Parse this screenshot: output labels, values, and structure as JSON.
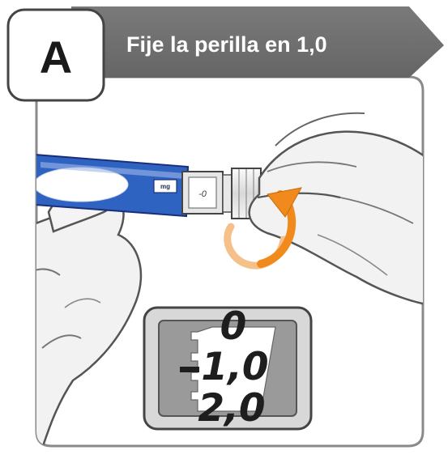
{
  "step": {
    "letter": "A",
    "title": "Fije la perilla en 1,0"
  },
  "pen": {
    "unit_label": "mg",
    "window_value": "-0"
  },
  "dose_window": {
    "values": [
      "0",
      "1,0",
      "2,0"
    ]
  },
  "colors": {
    "banner": "#6f6f6f",
    "panel_border": "#8a8a8a",
    "pen_blue": "#1f4fa3",
    "pen_dark_blue": "#1a2f7a",
    "arrow_orange": "#f08a1c",
    "arrow_light": "#f6c08a",
    "hand_fill": "#f2f2f2",
    "hand_stroke": "#555555"
  },
  "icons": [
    "rotation-arrow-icon",
    "dose-window-magnified"
  ]
}
